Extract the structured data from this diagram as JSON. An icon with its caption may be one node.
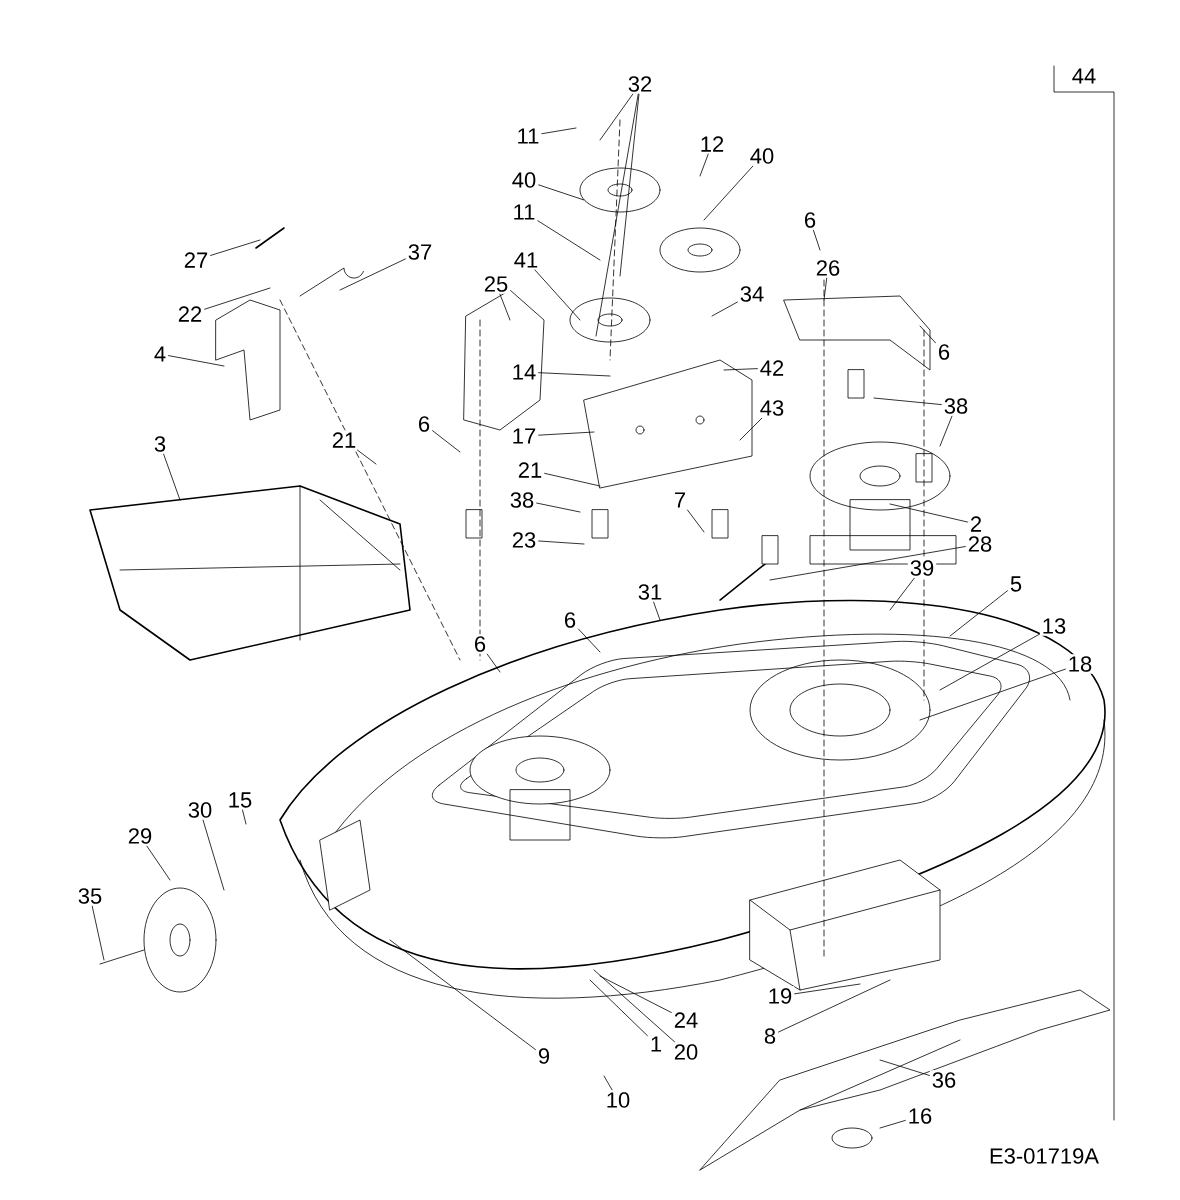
{
  "diagram": {
    "nodes": [
      {
        "text": [
          "32"
        ]
      },
      {
        "text": [
          "11"
        ]
      },
      {
        "text": [
          "12"
        ]
      },
      {
        "text": [
          "40"
        ]
      },
      {
        "text": [
          "40"
        ]
      },
      {
        "text": [
          "11"
        ]
      },
      {
        "text": [
          "6"
        ]
      },
      {
        "text": [
          "27"
        ]
      },
      {
        "text": [
          "37"
        ]
      },
      {
        "text": [
          "41"
        ]
      },
      {
        "text": [
          "26"
        ]
      },
      {
        "text": [
          "25"
        ]
      },
      {
        "text": [
          "34"
        ]
      },
      {
        "text": [
          "22"
        ]
      },
      {
        "text": [
          "6"
        ]
      },
      {
        "text": [
          "4"
        ]
      },
      {
        "text": [
          "42"
        ]
      },
      {
        "text": [
          "14"
        ]
      },
      {
        "text": [
          "38"
        ]
      },
      {
        "text": [
          "43"
        ]
      },
      {
        "text": [
          "6"
        ]
      },
      {
        "text": [
          "17"
        ]
      },
      {
        "text": [
          "21"
        ]
      },
      {
        "text": [
          "3"
        ]
      },
      {
        "text": [
          "21"
        ]
      },
      {
        "text": [
          "38"
        ]
      },
      {
        "text": [
          "2"
        ]
      },
      {
        "text": [
          "7"
        ]
      },
      {
        "text": [
          "28"
        ]
      },
      {
        "text": [
          "23"
        ]
      },
      {
        "text": [
          "31"
        ]
      },
      {
        "text": [
          "39"
        ]
      },
      {
        "text": [
          "6"
        ]
      },
      {
        "text": [
          "5"
        ]
      },
      {
        "text": [
          "13"
        ]
      },
      {
        "text": [
          "6"
        ]
      },
      {
        "text": [
          "18"
        ]
      },
      {
        "text": [
          "15"
        ]
      },
      {
        "text": [
          "30"
        ]
      },
      {
        "text": [
          "29"
        ]
      },
      {
        "text": [
          "35"
        ]
      },
      {
        "text": [
          "19"
        ]
      },
      {
        "text": [
          "24"
        ]
      },
      {
        "text": [
          "8"
        ]
      },
      {
        "text": [
          "1"
        ]
      },
      {
        "text": [
          "20"
        ]
      },
      {
        "text": [
          "9"
        ]
      },
      {
        "text": [
          "36"
        ]
      },
      {
        "text": [
          "10"
        ]
      },
      {
        "text": [
          "16"
        ]
      }
    ],
    "edges": [
      {
        "from": 0,
        "to": null,
        "arrow": "none"
      },
      {
        "from": 0,
        "to": null,
        "arrow": "none"
      },
      {
        "from": 0,
        "to": null,
        "arrow": "none"
      },
      {
        "from": 1,
        "to": null,
        "arrow": "none"
      },
      {
        "from": 2,
        "to": null,
        "arrow": "none"
      },
      {
        "from": 3,
        "to": null,
        "arrow": "none"
      },
      {
        "from": 4,
        "to": null,
        "arrow": "none"
      },
      {
        "from": 5,
        "to": null,
        "arrow": "none"
      },
      {
        "from": 6,
        "to": null,
        "arrow": "none"
      },
      {
        "from": 7,
        "to": null,
        "arrow": "none"
      },
      {
        "from": 8,
        "to": null,
        "arrow": "none"
      },
      {
        "from": 9,
        "to": null,
        "arrow": "none"
      },
      {
        "from": 10,
        "to": null,
        "arrow": "none"
      },
      {
        "from": 11,
        "to": null,
        "arrow": "none"
      },
      {
        "from": 12,
        "to": null,
        "arrow": "none"
      },
      {
        "from": 13,
        "to": null,
        "arrow": "none"
      },
      {
        "from": 14,
        "to": null,
        "arrow": "none"
      },
      {
        "from": 15,
        "to": null,
        "arrow": "none"
      },
      {
        "from": 16,
        "to": null,
        "arrow": "none"
      },
      {
        "from": 17,
        "to": null,
        "arrow": "none"
      },
      {
        "from": 18,
        "to": null,
        "arrow": "none"
      },
      {
        "from": 18,
        "to": null,
        "arrow": "none"
      },
      {
        "from": 19,
        "to": null,
        "arrow": "none"
      },
      {
        "from": 20,
        "to": null,
        "arrow": "none"
      },
      {
        "from": 21,
        "to": null,
        "arrow": "none"
      },
      {
        "from": 22,
        "to": null,
        "arrow": "none"
      },
      {
        "from": 23,
        "to": null,
        "arrow": "none"
      },
      {
        "from": 24,
        "to": null,
        "arrow": "none"
      },
      {
        "from": 25,
        "to": null,
        "arrow": "none"
      },
      {
        "from": 26,
        "to": null,
        "arrow": "none"
      },
      {
        "from": 27,
        "to": null,
        "arrow": "none"
      },
      {
        "from": 28,
        "to": null,
        "arrow": "none"
      },
      {
        "from": 29,
        "to": null,
        "arrow": "none"
      },
      {
        "from": 30,
        "to": null,
        "arrow": "none"
      },
      {
        "from": 31,
        "to": null,
        "arrow": "none"
      },
      {
        "from": 32,
        "to": null,
        "arrow": "none"
      },
      {
        "from": 33,
        "to": null,
        "arrow": "none"
      },
      {
        "from": 34,
        "to": null,
        "arrow": "none"
      },
      {
        "from": 35,
        "to": null,
        "arrow": "none"
      },
      {
        "from": 36,
        "to": null,
        "arrow": "none"
      },
      {
        "from": 37,
        "to": null,
        "arrow": "none"
      },
      {
        "from": 38,
        "to": null,
        "arrow": "none"
      },
      {
        "from": 39,
        "to": null,
        "arrow": "none"
      },
      {
        "from": 40,
        "to": null,
        "arrow": "none"
      },
      {
        "from": 41,
        "to": null,
        "arrow": "none"
      },
      {
        "from": 42,
        "to": null,
        "arrow": "none"
      },
      {
        "from": 43,
        "to": null,
        "arrow": "none"
      },
      {
        "from": 44,
        "to": null,
        "arrow": "none"
      },
      {
        "from": 45,
        "to": null,
        "arrow": "none"
      },
      {
        "from": 46,
        "to": null,
        "arrow": "none"
      },
      {
        "from": 47,
        "to": null,
        "arrow": "none"
      },
      {
        "from": 48,
        "to": null,
        "arrow": "none"
      },
      {
        "from": 49,
        "to": null,
        "arrow": "none"
      }
    ],
    "labels": [
      "44",
      "E3-01719A"
    ]
  }
}
